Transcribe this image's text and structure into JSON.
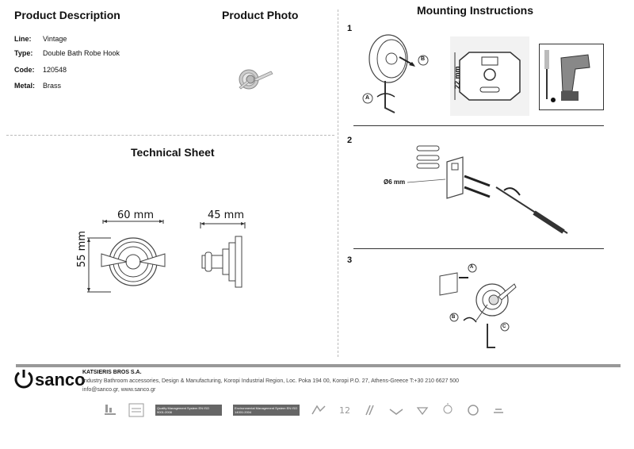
{
  "product": {
    "heading": "Product Description",
    "photo_heading": "Product Photo",
    "specs": [
      {
        "label": "Line:",
        "value": "Vintage"
      },
      {
        "label": "Type:",
        "value": "Double Bath Robe Hook"
      },
      {
        "label": "Code:",
        "value": "120548"
      },
      {
        "label": "Metal:",
        "value": "Brass"
      }
    ]
  },
  "technical": {
    "heading": "Technical Sheet",
    "width": "60 mm",
    "height": "55 mm",
    "depth": "45 mm"
  },
  "mounting": {
    "heading": "Mounting Instructions",
    "step1": "1",
    "step2": "2",
    "step3": "3",
    "label_a": "A",
    "label_b": "B",
    "label_c": "C",
    "dim_22": "22 mm",
    "dim_6": "Ø6 mm"
  },
  "footer": {
    "logo": "sanco",
    "company": "KATSIERIS BROS S.A.",
    "address": "Industry Bathroom accessories, Design & Manufacturing, Koropi Industrial Region, Loc. Poka 194 00, Koropi P.O. 27, Athens-Greece   T:+30 210 6627 500",
    "contact": "info@sanco.gr, www.sanco.gr",
    "cert_qms": "Quality Management System EN ISO 9001:2008",
    "cert_ems": "Environmental Management System EN ISO 14001:2004"
  },
  "colors": {
    "accent": "#111111",
    "separator": "#999999",
    "metal": "#9a9a9a"
  }
}
